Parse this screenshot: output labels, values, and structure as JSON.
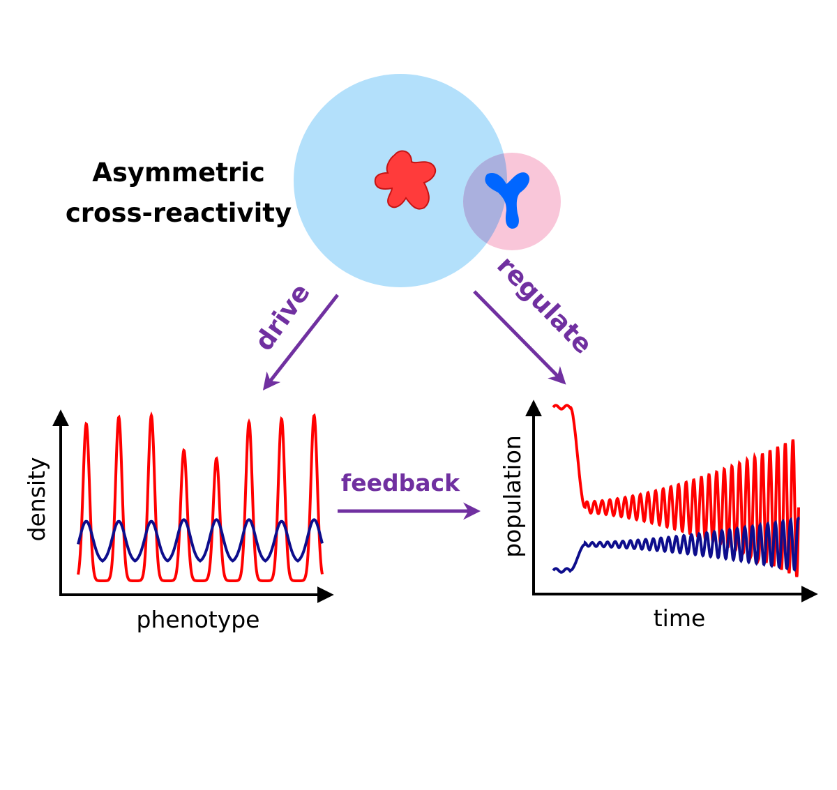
{
  "title": {
    "line1": "Asymmetric",
    "line2": "cross-reactivity"
  },
  "arrows": {
    "left": "drive",
    "right": "regulate",
    "middle": "feedback"
  },
  "left_plot": {
    "xlabel": "phenotype",
    "ylabel": "density"
  },
  "right_plot": {
    "xlabel": "time",
    "ylabel": "population"
  },
  "colors": {
    "large_circle": "#b3e0fb",
    "small_circle": "#f9c6d9",
    "overlap": "#aab0de",
    "red_shape": "#ff3b3b",
    "blue_shape": "#0066ff",
    "arrow": "#7030a0",
    "red_curve": "#ff0000",
    "blue_curve": "#0d0d8c"
  },
  "chart_data": [
    {
      "type": "line",
      "xlabel": "phenotype",
      "ylabel": "density",
      "grid": false,
      "legend": "none",
      "peaks": 8,
      "series": [
        {
          "color": "#ff0000",
          "peak_heights": [
            0.95,
            0.99,
            1.0,
            0.79,
            0.74,
            0.96,
            0.98,
            1.0
          ],
          "baseline": 0.0
        },
        {
          "color": "#0d0d8c",
          "peak_heights": [
            0.36,
            0.36,
            0.36,
            0.37,
            0.37,
            0.37,
            0.36,
            0.37
          ],
          "baseline": 0.11
        }
      ]
    },
    {
      "type": "line",
      "xlabel": "time",
      "ylabel": "population",
      "grid": false,
      "legend": "none",
      "series": [
        {
          "color": "#ff0000",
          "start": 1.0,
          "plateau": 0.46,
          "oscillation_start": 0.03,
          "oscillation_end": 0.38,
          "cycles": 28
        },
        {
          "color": "#0d0d8c",
          "start": 0.12,
          "plateau": 0.26,
          "oscillation_start": 0.01,
          "oscillation_end": 0.14,
          "cycles": 28
        }
      ]
    }
  ]
}
